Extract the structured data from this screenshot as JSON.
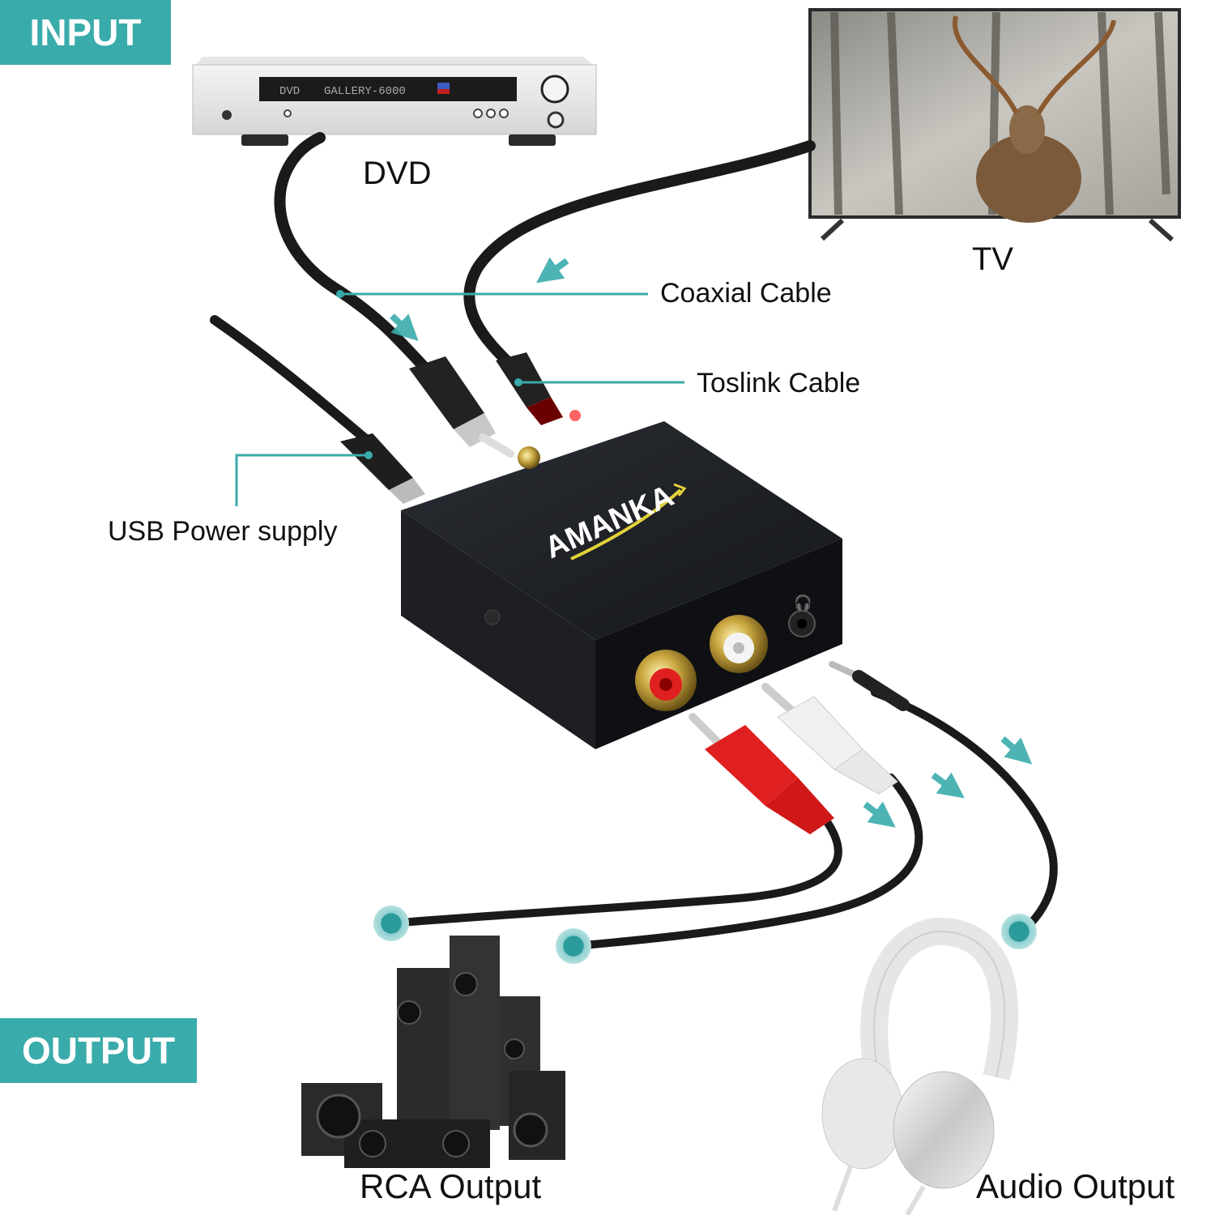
{
  "sections": {
    "input_label": "INPUT",
    "output_label": "OUTPUT"
  },
  "devices": {
    "dvd": {
      "label": "DVD",
      "display_text": "DVD"
    },
    "tv": {
      "label": "TV"
    },
    "converter": {
      "brand": "AMANKA"
    },
    "speakers": {
      "label": "RCA Output"
    },
    "headphones": {
      "label": "Audio Output"
    }
  },
  "callouts": {
    "coaxial": "Coaxial Cable",
    "toslink": "Toslink Cable",
    "usb": "USB Power supply"
  },
  "colors": {
    "accent": "#3aabab",
    "cable": "#1a1a1a",
    "rca_red": "#e02020",
    "rca_white": "#f0f0f0",
    "gold": "#c9a640"
  }
}
